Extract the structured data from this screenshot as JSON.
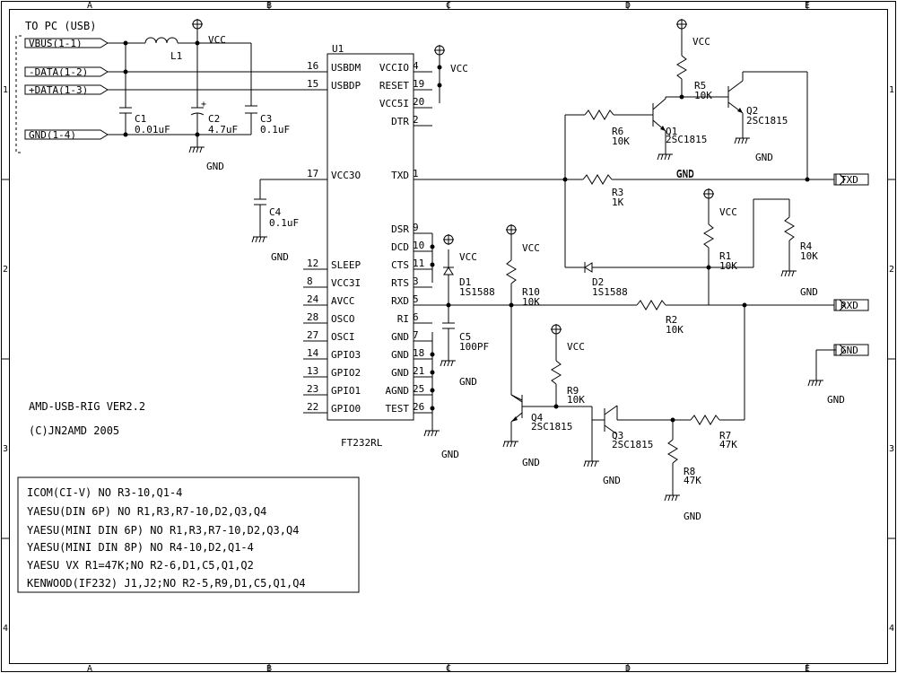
{
  "grid": {
    "columns": [
      "A",
      "B",
      "C",
      "D",
      "E"
    ],
    "rows": [
      "1",
      "2",
      "3",
      "4"
    ]
  },
  "header": {
    "usb_title": "TO PC (USB)"
  },
  "usb_connector": {
    "pins": [
      "VBUS(1-1)",
      "-DATA(1-2)",
      "+DATA(1-3)",
      "GND(1-4)"
    ]
  },
  "power_labels": {
    "vcc": "VCC",
    "gnd": "GND"
  },
  "ic": {
    "ref": "U1",
    "part": "FT232RL",
    "left_pins": [
      {
        "num": "16",
        "name": "USBDM"
      },
      {
        "num": "15",
        "name": "USBDP"
      },
      {
        "num": "17",
        "name": "VCC3O"
      },
      {
        "num": "12",
        "name": "SLEEP"
      },
      {
        "num": "8",
        "name": "VCC3I"
      },
      {
        "num": "24",
        "name": "AVCC"
      },
      {
        "num": "28",
        "name": "OSCO"
      },
      {
        "num": "27",
        "name": "OSCI"
      },
      {
        "num": "14",
        "name": "GPIO3"
      },
      {
        "num": "13",
        "name": "GPIO2"
      },
      {
        "num": "23",
        "name": "GPIO1"
      },
      {
        "num": "22",
        "name": "GPIO0"
      }
    ],
    "right_pins": [
      {
        "num": "4",
        "name": "VCCIO"
      },
      {
        "num": "19",
        "name": "RESET"
      },
      {
        "num": "20",
        "name": "VCC5I"
      },
      {
        "num": "2",
        "name": "DTR"
      },
      {
        "num": "1",
        "name": "TXD"
      },
      {
        "num": "9",
        "name": "DSR"
      },
      {
        "num": "10",
        "name": "DCD"
      },
      {
        "num": "11",
        "name": "CTS"
      },
      {
        "num": "3",
        "name": "RTS"
      },
      {
        "num": "5",
        "name": "RXD"
      },
      {
        "num": "6",
        "name": "RI"
      },
      {
        "num": "7",
        "name": "GND"
      },
      {
        "num": "18",
        "name": "GND"
      },
      {
        "num": "21",
        "name": "GND"
      },
      {
        "num": "25",
        "name": "AGND"
      },
      {
        "num": "26",
        "name": "TEST"
      }
    ]
  },
  "components": {
    "L1": {
      "ref": "L1"
    },
    "C1": {
      "ref": "C1",
      "value": "0.01uF"
    },
    "C2": {
      "ref": "C2",
      "value": "4.7uF"
    },
    "C3": {
      "ref": "C3",
      "value": "0.1uF"
    },
    "C4": {
      "ref": "C4",
      "value": "0.1uF"
    },
    "C5": {
      "ref": "C5",
      "value": "100PF"
    },
    "D1": {
      "ref": "D1",
      "value": "1S1588"
    },
    "D2": {
      "ref": "D2",
      "value": "1S1588"
    },
    "R1": {
      "ref": "R1",
      "value": "10K"
    },
    "R2": {
      "ref": "R2",
      "value": "10K"
    },
    "R3": {
      "ref": "R3",
      "value": "1K"
    },
    "R4": {
      "ref": "R4",
      "value": "10K"
    },
    "R5": {
      "ref": "R5",
      "value": "10K"
    },
    "R6": {
      "ref": "R6",
      "value": "10K"
    },
    "R7": {
      "ref": "R7",
      "value": "47K"
    },
    "R8": {
      "ref": "R8",
      "value": "47K"
    },
    "R9": {
      "ref": "R9",
      "value": "10K"
    },
    "R10": {
      "ref": "R10",
      "value": "10K"
    },
    "Q1": {
      "ref": "Q1",
      "value": "2SC1815"
    },
    "Q2": {
      "ref": "Q2",
      "value": "2SC1815"
    },
    "Q3": {
      "ref": "Q3",
      "value": "2SC1815"
    },
    "Q4": {
      "ref": "Q4",
      "value": "2SC1815"
    }
  },
  "ports": {
    "txd": "TXD",
    "rxd": "RXD",
    "gnd": "GND"
  },
  "title_block": {
    "line1": "AMD-USB-RIG VER2.2",
    "line2": "(C)JN2AMD 2005"
  },
  "notes": [
    "ICOM(CI-V) NO R3-10,Q1-4",
    "YAESU(DIN 6P) NO R1,R3,R7-10,D2,Q3,Q4",
    "YAESU(MINI DIN 6P) NO R1,R3,R7-10,D2,Q3,Q4",
    "YAESU(MINI DIN 8P) NO R4-10,D2,Q1-4",
    "YAESU VX R1=47K;NO R2-6,D1,C5,Q1,Q2",
    "KENWOOD(IF232) J1,J2;NO R2-5,R9,D1,C5,Q1,Q4"
  ]
}
